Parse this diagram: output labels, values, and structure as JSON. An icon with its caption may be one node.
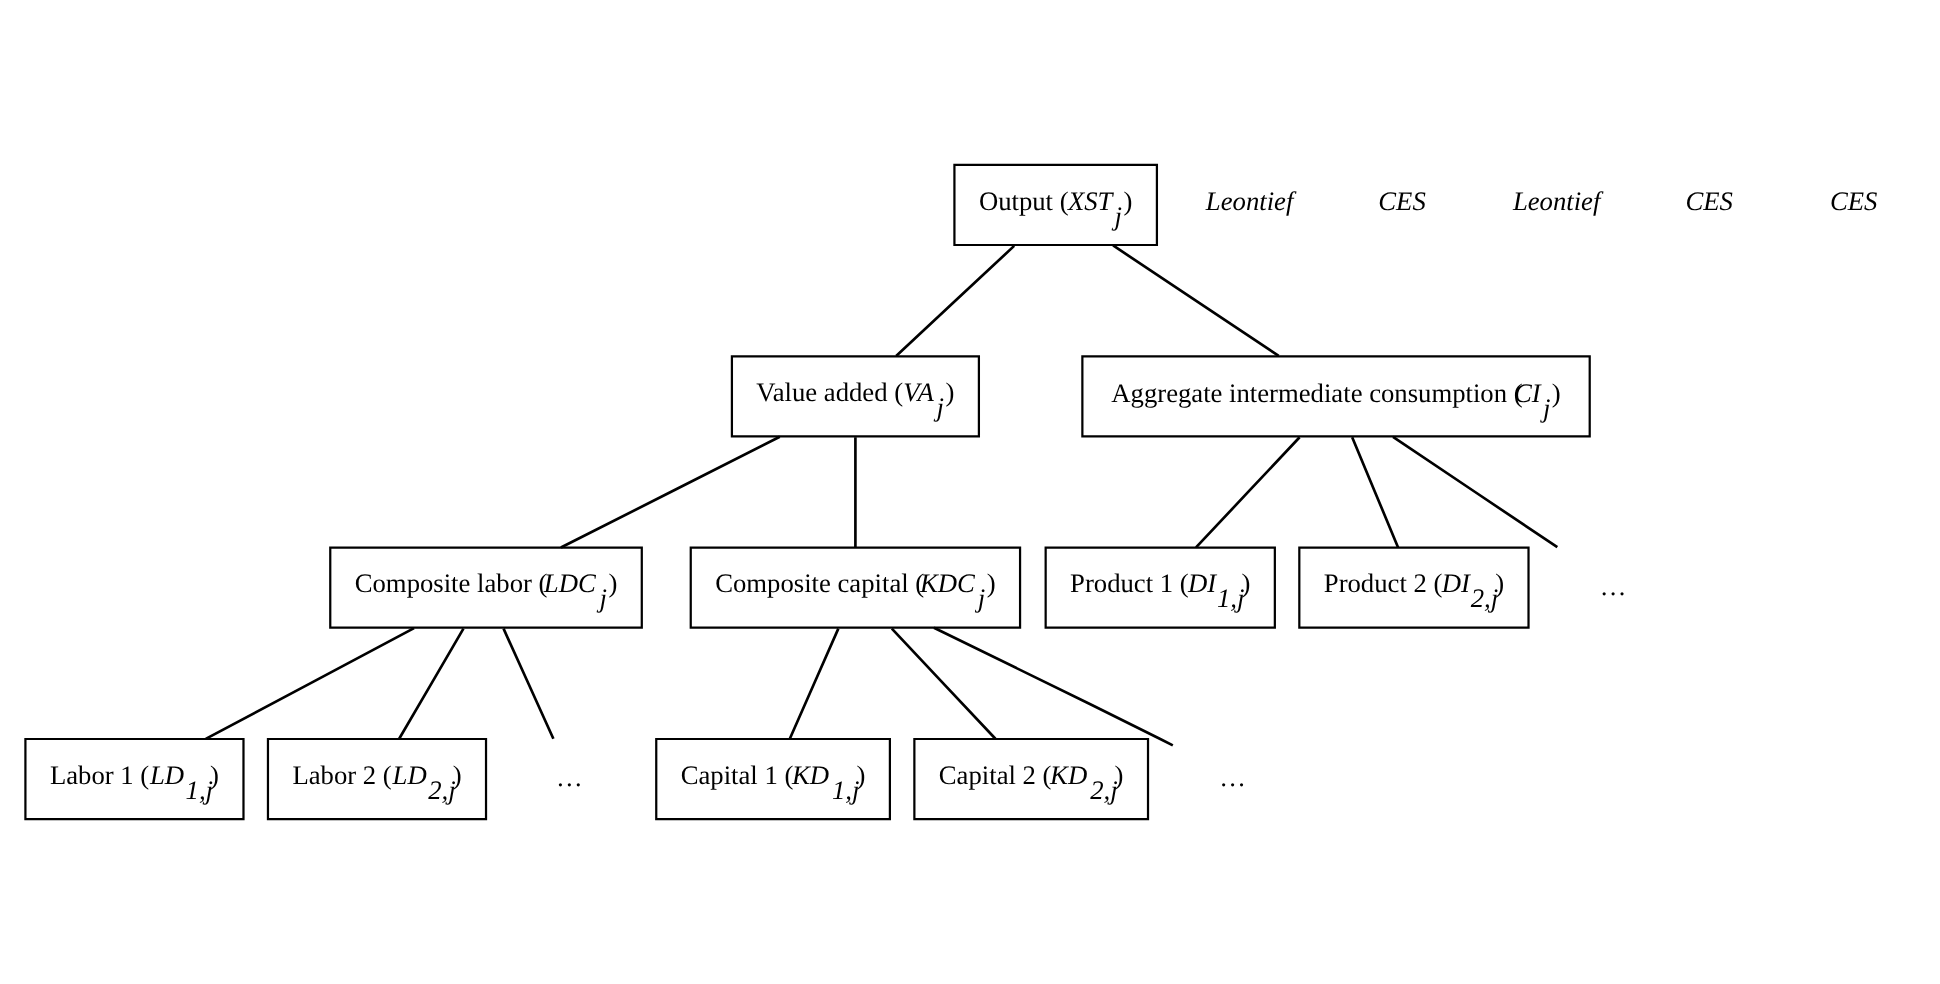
{
  "diagram": {
    "nodes": [
      {
        "text": [
          "Output (*XST*$_{j}$)"
        ]
      },
      {
        "text": [
          "Value added (*VA*$_{j}$)"
        ]
      },
      {
        "text": [
          "Aggregate intermediate consumption (*CI*$_{j}$)"
        ]
      },
      {
        "text": [
          "Composite labor (*LDC*$_{j}$)"
        ]
      },
      {
        "text": [
          "Composite capital (*KDC*$_{j}$)"
        ]
      },
      {
        "text": [
          "Product 1 (*DI*$_{1,j}$)"
        ]
      },
      {
        "text": [
          "Product 2 (*DI*$_{2,j}$)"
        ]
      },
      {
        "text": [
          "…"
        ]
      },
      {
        "text": [
          "Labor 1 (*LD*$_{1,j}$)"
        ]
      },
      {
        "text": [
          "Labor 2 (*LD*$_{2,j}$)"
        ]
      },
      {
        "text": [
          "…"
        ]
      },
      {
        "text": [
          "Capital 1 (*KD*$_{1,j}$)"
        ]
      },
      {
        "text": [
          "Capital 2 (*KD*$_{2,j}$)"
        ]
      },
      {
        "text": [
          "…"
        ]
      }
    ],
    "edges": [
      {
        "from": 0,
        "to": 1,
        "arrow": "none"
      },
      {
        "from": 0,
        "to": 2,
        "arrow": "none"
      },
      {
        "from": 1,
        "to": 3,
        "arrow": "none"
      },
      {
        "from": 1,
        "to": 4,
        "arrow": "none"
      },
      {
        "from": 2,
        "to": 5,
        "arrow": "none"
      },
      {
        "from": 2,
        "to": 6,
        "arrow": "none"
      },
      {
        "from": 2,
        "to": 7,
        "arrow": "none"
      },
      {
        "from": 3,
        "to": 8,
        "arrow": "none"
      },
      {
        "from": 3,
        "to": 9,
        "arrow": "none"
      },
      {
        "from": 3,
        "to": 10,
        "arrow": "none"
      },
      {
        "from": 4,
        "to": 11,
        "arrow": "none"
      },
      {
        "from": 4,
        "to": 12,
        "arrow": "none"
      },
      {
        "from": 4,
        "to": 13,
        "arrow": "none"
      }
    ],
    "labels": [
      "Leontief",
      "CES",
      "Leontief",
      "CES",
      "CES"
    ]
  }
}
